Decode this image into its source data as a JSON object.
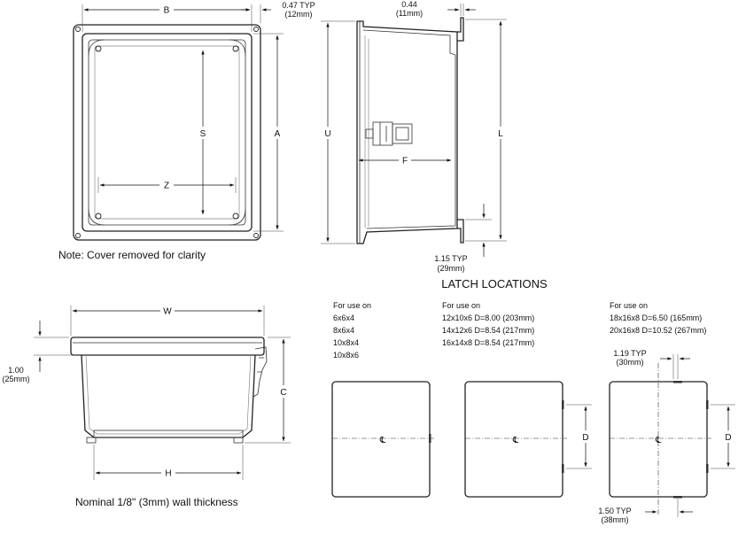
{
  "top_view": {
    "dims": {
      "b": "B",
      "a": "A",
      "s": "S",
      "z": "Z"
    },
    "typ_label_1": "0.47 TYP",
    "typ_label_2": "(12mm)",
    "note": "Note: Cover removed for clarity"
  },
  "side_view": {
    "dims": {
      "u": "U",
      "f": "F",
      "l": "L"
    },
    "top_label_1": "0.44",
    "top_label_2": "(11mm)",
    "typ_label_1": "1.15 TYP",
    "typ_label_2": "(29mm)"
  },
  "front_view": {
    "dims": {
      "w": "W",
      "c": "C",
      "h": "H"
    },
    "left_label_1": "1.00",
    "left_label_2": "(25mm)",
    "note": "Nominal 1/8\" (3mm) wall thickness"
  },
  "latch_locations": {
    "heading": "LATCH LOCATIONS",
    "centerline_symbol": "℄",
    "d_label": "D",
    "groups": [
      {
        "title": "For use on",
        "sizes": [
          "6x6x4",
          "8x6x4",
          "10x8x4",
          "10x8x6"
        ]
      },
      {
        "title": "For use on",
        "sizes": [
          "12x10x6 D=8.00 (203mm)",
          "14x12x6 D=8.54 (217mm)",
          "16x14x8 D=8.54 (217mm)"
        ]
      },
      {
        "title": "For use on",
        "sizes": [
          "18x16x8 D=6.50 (165mm)",
          "20x16x8 D=10.52 (267mm)"
        ],
        "top_typ_1": "1.19 TYP",
        "top_typ_2": "(30mm)",
        "bottom_typ_1": "1.50 TYP",
        "bottom_typ_2": "(38mm)"
      }
    ]
  }
}
